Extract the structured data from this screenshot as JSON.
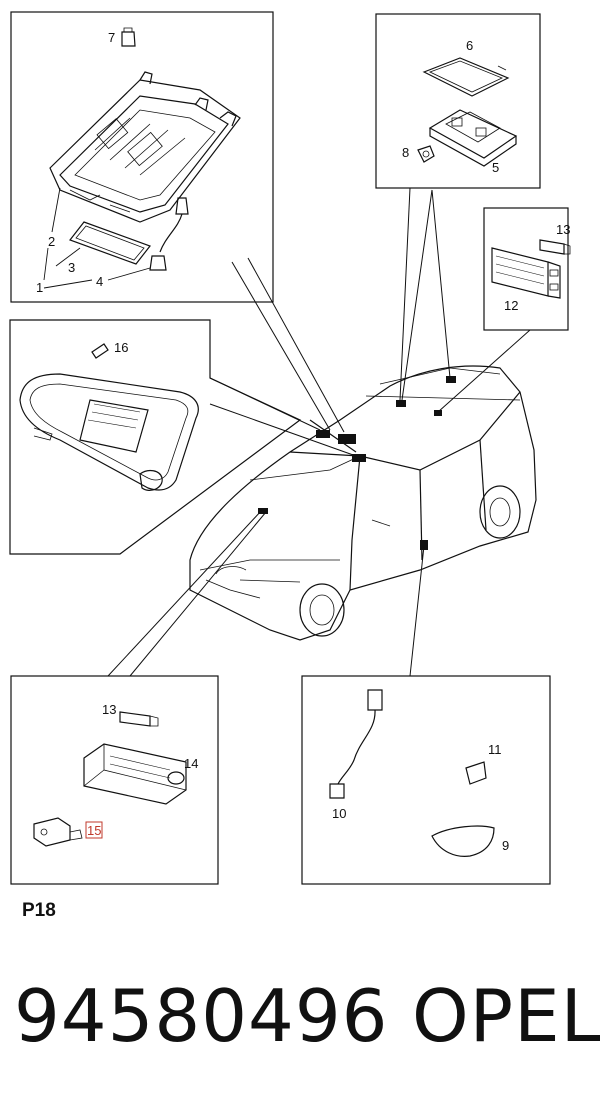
{
  "callouts": {
    "c1": "1",
    "c2": "2",
    "c3": "3",
    "c4": "4",
    "c5": "5",
    "c6": "6",
    "c7": "7",
    "c8": "8",
    "c9": "9",
    "c10": "10",
    "c11": "11",
    "c12": "12",
    "c13a": "13",
    "c13b": "13",
    "c14": "14",
    "c15": "15",
    "c16": "16"
  },
  "highlight_color": "#c0392b",
  "diagram_code": "P18",
  "part_number": "94580496",
  "brand": "OPEL"
}
